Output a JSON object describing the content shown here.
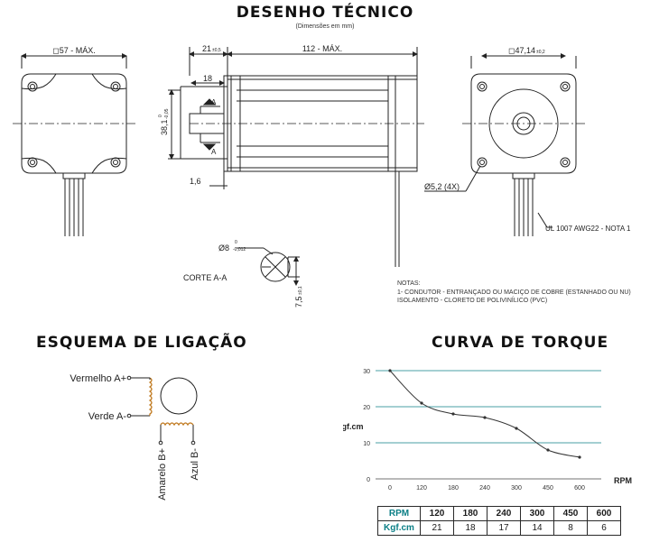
{
  "drawing": {
    "title": "DESENHO TÉCNICO",
    "subtitle": "(Dimensões em mm)",
    "dim_front_width": "◻57 - MÁX.",
    "dim_flange": "21",
    "dim_flange_tol": "±0,5",
    "dim_body_length": "112 - MÁX.",
    "dim_rear_width": "◻47,14",
    "dim_rear_tol": "±0,2",
    "dim_18": "18",
    "dim_pilot": "38,1",
    "dim_pilot_tol_up": "0",
    "dim_pilot_tol_down": "-0,05",
    "section_mark": "A",
    "dim_1_6": "1,6",
    "dim_holes": "Ø5,2 (4X)",
    "cable_note": "UL 1007 AWG22 - NOTA 1",
    "dim_shaft": "Ø8",
    "dim_shaft_tol_up": "0",
    "dim_shaft_tol_down": "-0,012",
    "section_label": "CORTE A-A",
    "dim_flat": "7,5",
    "dim_flat_tol": "±0,1",
    "notes_title": "NOTAS:",
    "note_1": "1- CONDUTOR - ENTRANÇADO OU MACIÇO DE COBRE (ESTANHADO OU NU)",
    "note_2": "ISOLAMENTO - CLORETO DE POLIVINÍLICO (PVC)"
  },
  "wiring": {
    "title": "ESQUEMA DE LIGAÇÃO",
    "a_plus": "Vermelho A+",
    "a_minus": "Verde A-",
    "b_plus": "Amarelo B+",
    "b_minus": "Azul B-"
  },
  "colors": {
    "accent": "#0b7f86",
    "curve": "#333333",
    "line": "#222222"
  },
  "chart_data": {
    "type": "line",
    "title": "CURVA DE TORQUE",
    "xlabel": "RPM",
    "ylabel": "Kgf.cm",
    "x": [
      0,
      120,
      180,
      240,
      300,
      450,
      600
    ],
    "y": [
      30,
      21,
      18,
      17,
      14,
      8,
      6
    ],
    "x_ticks": [
      "0",
      "120",
      "180",
      "240",
      "300",
      "450",
      "600"
    ],
    "y_ticks": [
      "0",
      "10",
      "20",
      "30"
    ],
    "ylim": [
      0,
      30
    ],
    "grid": true
  },
  "torque_table": {
    "row1_label": "RPM",
    "row2_label": "Kgf.cm",
    "rpm": [
      "120",
      "180",
      "240",
      "300",
      "450",
      "600"
    ],
    "torque": [
      "21",
      "18",
      "17",
      "14",
      "8",
      "6"
    ]
  }
}
